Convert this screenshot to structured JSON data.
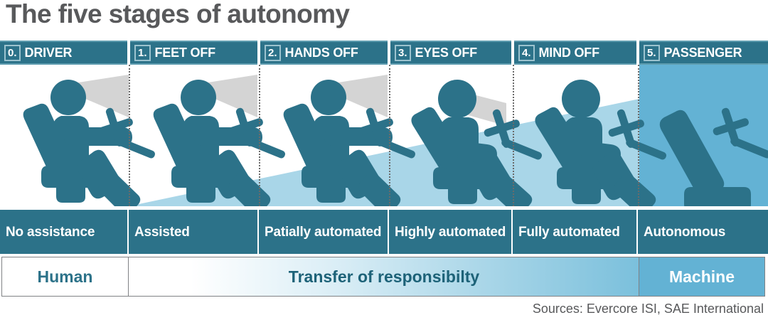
{
  "title": "The five stages of autonomy",
  "source": "Sources: Evercore ISI, SAE International",
  "colors": {
    "dark_teal": "#2c7289",
    "figure_teal": "#2c7289",
    "light_blue_band": "#a9d6e8",
    "machine_blue": "#63b2d4",
    "gaze_grey": "#d4d4d4",
    "title_grey": "#58595b",
    "white": "#ffffff"
  },
  "stages": [
    {
      "number": "0.",
      "name": "DRIVER",
      "description": "No assistance",
      "figure": "driver-seated-hands-on-wheel",
      "gaze_cone": "long",
      "automation_band": false
    },
    {
      "number": "1.",
      "name": "FEET OFF",
      "description": "Assisted",
      "figure": "driver-seated-hands-on-wheel",
      "gaze_cone": "long",
      "automation_band": true
    },
    {
      "number": "2.",
      "name": "HANDS OFF",
      "description": "Patially automated",
      "figure": "driver-seated-hands-on-wheel",
      "gaze_cone": "long",
      "automation_band": true
    },
    {
      "number": "3.",
      "name": "EYES OFF",
      "description": "Highly automated",
      "figure": "driver-seated-hands-off",
      "gaze_cone": "short",
      "automation_band": true
    },
    {
      "number": "4.",
      "name": "MIND OFF",
      "description": "Fully automated",
      "figure": "driver-reclined-no-gaze",
      "gaze_cone": "none",
      "automation_band": true
    },
    {
      "number": "5.",
      "name": "PASSENGER",
      "description": "Autonomous",
      "figure": "empty-seat-with-wheel",
      "gaze_cone": "none",
      "automation_band": "full"
    }
  ],
  "responsibility_bar": {
    "human_label": "Human",
    "transfer_label": "Transfer of responsibilty",
    "machine_label": "Machine"
  }
}
